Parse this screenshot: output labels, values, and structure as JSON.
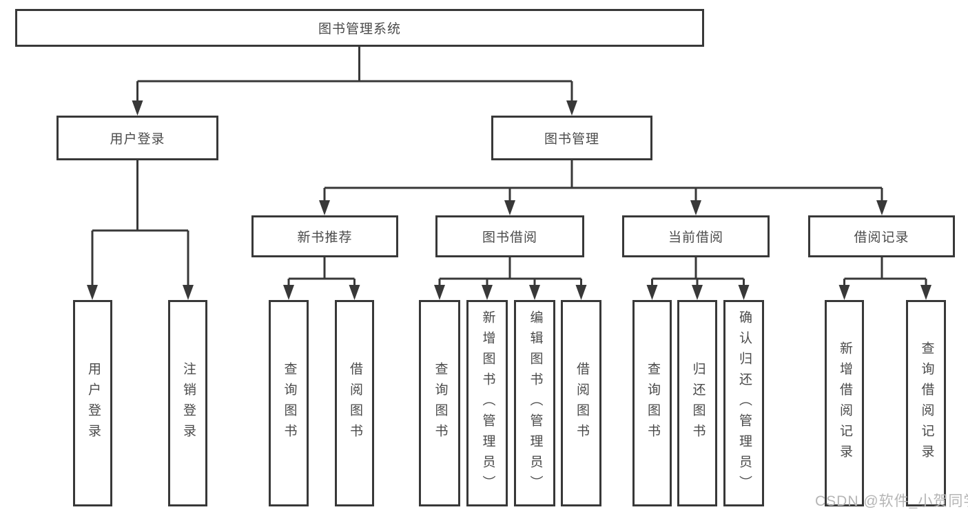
{
  "tree": {
    "root": {
      "label": "图书管理系统",
      "children": [
        {
          "label": "用户登录",
          "children": [
            {
              "label": "用户登录"
            },
            {
              "label": "注销登录"
            }
          ]
        },
        {
          "label": "图书管理",
          "children": [
            {
              "label": "新书推荐",
              "children": [
                {
                  "label": "查询图书"
                },
                {
                  "label": "借阅图书"
                }
              ]
            },
            {
              "label": "图书借阅",
              "children": [
                {
                  "label": "查询图书"
                },
                {
                  "label": "新增图书（管理员）"
                },
                {
                  "label": "编辑图书（管理员）"
                },
                {
                  "label": "借阅图书"
                }
              ]
            },
            {
              "label": "当前借阅",
              "children": [
                {
                  "label": "查询图书"
                },
                {
                  "label": "归还图书"
                },
                {
                  "label": "确认归还（管理员）"
                }
              ]
            },
            {
              "label": "借阅记录",
              "children": [
                {
                  "label": "新增借阅记录"
                },
                {
                  "label": "查询借阅记录"
                }
              ]
            }
          ]
        }
      ]
    }
  },
  "watermark": "CSDN @软件_小贺同学",
  "colors": {
    "line": "#383838",
    "text": "#4a4a4a",
    "watermark": "#b5b5b5",
    "canvas_bg": "#ffffff"
  }
}
